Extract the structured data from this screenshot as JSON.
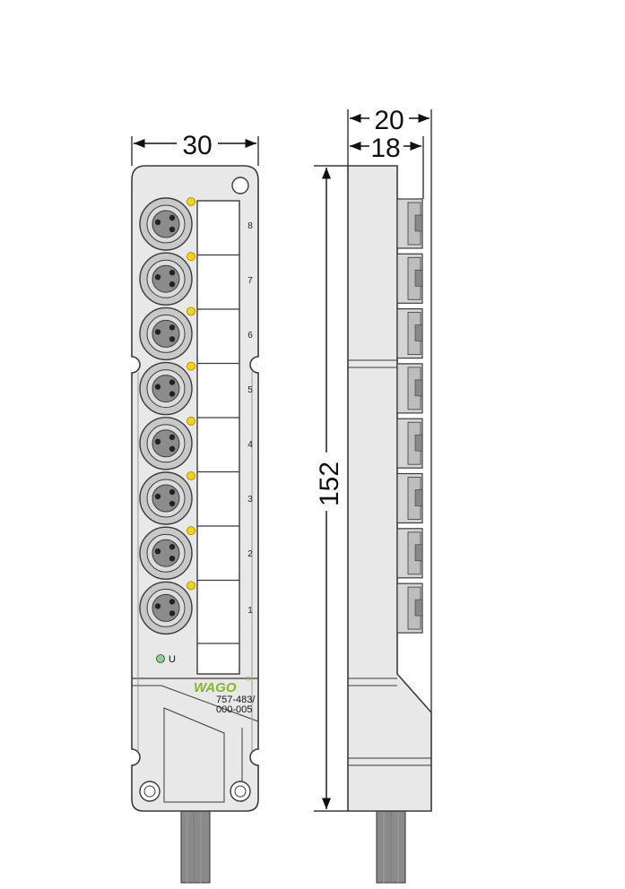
{
  "dimensions": {
    "front_width": "30",
    "side_total_depth": "20",
    "side_body_depth": "18",
    "height": "152"
  },
  "channels": [
    "8",
    "7",
    "6",
    "5",
    "4",
    "3",
    "2",
    "1"
  ],
  "power_led_label": "U",
  "logo": {
    "text": "WAGO",
    "mark": "®"
  },
  "part_number": {
    "line1": "757-483/",
    "line2": "000-005"
  },
  "colors": {
    "housing": "#e8e8e8",
    "outline": "#3a3a3a",
    "connector_ring": "#c8c8c8",
    "connector_core": "#8c8c8c",
    "led_yellow": "#ffd400",
    "led_green": "#8fd18a",
    "cable": "#8a8a8a",
    "logo_green": "#8ab42a"
  }
}
